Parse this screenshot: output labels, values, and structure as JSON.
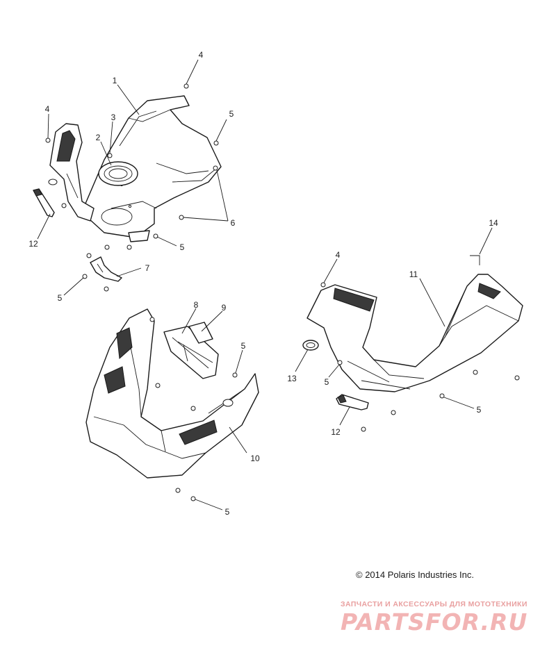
{
  "callouts": {
    "c1": "1",
    "c2": "2",
    "c3": "3",
    "c4a": "4",
    "c4b": "4",
    "c4c": "4",
    "c5a": "5",
    "c5b": "5",
    "c5c": "5",
    "c5d": "5",
    "c5e": "5",
    "c5f": "5",
    "c5g": "5",
    "c6": "6",
    "c7": "7",
    "c8": "8",
    "c9": "9",
    "c10": "10",
    "c11": "11",
    "c12a": "12",
    "c12b": "12",
    "c13": "13",
    "c14": "14"
  },
  "copyright": "© 2014 Polaris Industries Inc.",
  "watermark": {
    "tagline": "ЗАПЧАСТИ И АКСЕССУАРЫ ДЛЯ МОТОТЕХНИКИ",
    "logo": "PARTSFOR.RU"
  }
}
